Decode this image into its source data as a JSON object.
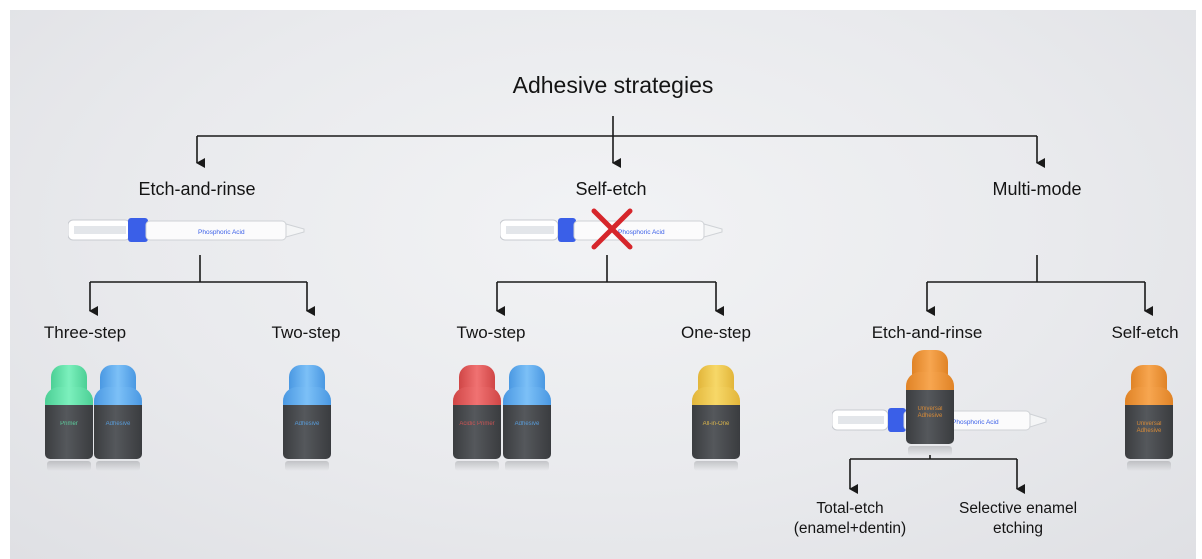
{
  "title": "Adhesive strategies",
  "categories": {
    "etch_and_rinse": "Etch-and-rinse",
    "self_etch": "Self-etch",
    "multi_mode": "Multi-mode"
  },
  "leaves": {
    "er_three_step": "Three-step",
    "er_two_step": "Two-step",
    "se_two_step": "Two-step",
    "se_one_step": "One-step",
    "mm_etch_and_rinse": "Etch-and-rinse",
    "mm_self_etch": "Self-etch"
  },
  "sub_leaves": {
    "total_etch_line1": "Total-etch",
    "total_etch_line2": "(enamel+dentin)",
    "selective_line1": "Selective enamel",
    "selective_line2": "etching"
  },
  "syringe_label": "Phosphoric Acid",
  "bottle_labels": {
    "primer": "Primer",
    "adhesive": "Adhesive",
    "acidic_primer": "Acidic Primer",
    "all_in_one": "All-in-One",
    "universal_adhesive": "Universal Adhesive"
  },
  "colors": {
    "primer_cap": "#5fe0a8",
    "adhesive_cap": "#5aa8ef",
    "acidic_primer_cap": "#e05555",
    "all_in_one_cap": "#efc44a",
    "universal_cap": "#ee9433",
    "plunger": "#3a5fe8",
    "cross": "#d6262b"
  }
}
